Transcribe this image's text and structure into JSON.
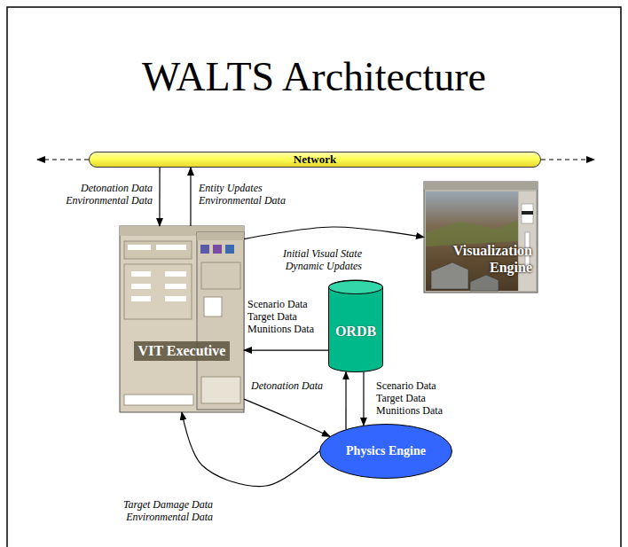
{
  "diagram": {
    "title": "WALTS Architecture",
    "nodes": [
      {
        "text": [
          "Network"
        ]
      },
      {
        "text": [
          "VIT Executive"
        ]
      },
      {
        "text": [
          "Visualization Engine"
        ]
      },
      {
        "text": [
          "ORDB"
        ]
      },
      {
        "text": [
          "Physics Engine"
        ]
      }
    ],
    "edges": [
      {
        "from": 0,
        "to": 1,
        "arrow": "to",
        "label": "Detonation Data Environmental Data"
      },
      {
        "from": 1,
        "to": 0,
        "arrow": "to",
        "label": "Entity Updates Environmental Data"
      },
      {
        "from": 1,
        "to": 2,
        "arrow": "to",
        "label": "Initial Visual State Dynamic Updates"
      },
      {
        "from": 3,
        "to": 1,
        "arrow": "to",
        "label": "Scenario Data Target Data Munitions Data"
      },
      {
        "from": 4,
        "to": 3,
        "arrow": "to"
      },
      {
        "from": 3,
        "to": 4,
        "arrow": "to",
        "label": "Scenario Data Target Data Munitions Data"
      },
      {
        "from": 1,
        "to": 4,
        "arrow": "to",
        "label": "Detonation Data"
      },
      {
        "from": 4,
        "to": 1,
        "arrow": "to",
        "label": "Target Damage Data Environmental Data"
      }
    ]
  }
}
